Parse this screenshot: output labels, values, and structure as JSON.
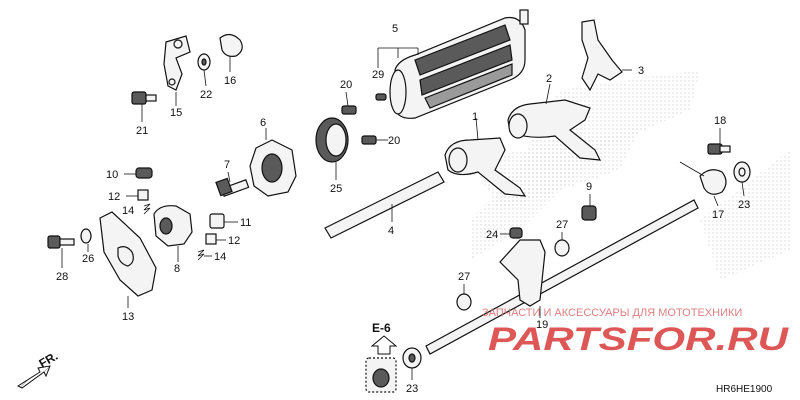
{
  "diagram": {
    "code": "HR6HE1900",
    "ref_box": "E-6",
    "direction": "FR.",
    "parts": {
      "p1": "1",
      "p2": "2",
      "p3": "3",
      "p4": "4",
      "p5": "5",
      "p6": "6",
      "p7": "7",
      "p8": "8",
      "p9": "9",
      "p10": "10",
      "p11": "11",
      "p12a": "12",
      "p12b": "12",
      "p13": "13",
      "p14a": "14",
      "p14b": "14",
      "p15": "15",
      "p16": "16",
      "p17": "17",
      "p18": "18",
      "p19": "19",
      "p20a": "20",
      "p20b": "20",
      "p21": "21",
      "p22": "22",
      "p23a": "23",
      "p23b": "23",
      "p24": "24",
      "p25": "25",
      "p26": "26",
      "p27a": "27",
      "p27b": "27",
      "p28": "28",
      "p29": "29"
    }
  },
  "watermark": {
    "brand": "PARTSFOR.RU",
    "tagline": "ЗАПЧАСТИ И АКСЕССУАРЫ ДЛЯ МОТОТЕХНИКИ"
  }
}
